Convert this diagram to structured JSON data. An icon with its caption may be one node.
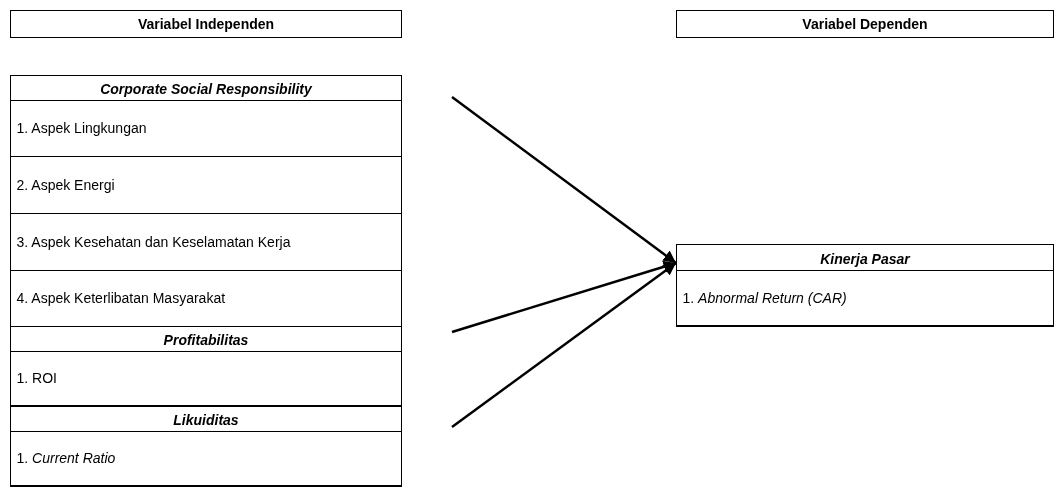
{
  "diagram": {
    "nodes": [
      {
        "text": [
          "Variabel Independen"
        ]
      },
      {
        "text": [
          "Corporate Social Responsibility"
        ]
      },
      {
        "text": [
          "1. Aspek Lingkungan"
        ],
        "in": 1
      },
      {
        "text": [
          "2. Aspek Energi"
        ],
        "in": 1
      },
      {
        "text": [
          "3. Aspek Kesehatan dan Keselamatan Kerja"
        ],
        "in": 1
      },
      {
        "text": [
          "4. Aspek Keterlibatan Masyarakat"
        ],
        "in": 1
      },
      {
        "text": [
          "Profitabilitas"
        ]
      },
      {
        "text": [
          "1. ROI"
        ],
        "in": 6
      },
      {
        "text": [
          "Likuiditas"
        ]
      },
      {
        "text": [
          "1. *Current Ratio*"
        ],
        "in": 8
      },
      {
        "text": [
          "Variabel Dependen"
        ]
      },
      {
        "text": [
          "Kinerja Pasar"
        ]
      },
      {
        "text": [
          "1. *Abnormal Return (CAR)*"
        ],
        "in": 11
      }
    ],
    "edges": [
      {
        "from": null,
        "to": 11,
        "arrow": "to"
      },
      {
        "from": null,
        "to": 11,
        "arrow": "to"
      },
      {
        "from": null,
        "to": 11,
        "arrow": "to"
      }
    ]
  }
}
